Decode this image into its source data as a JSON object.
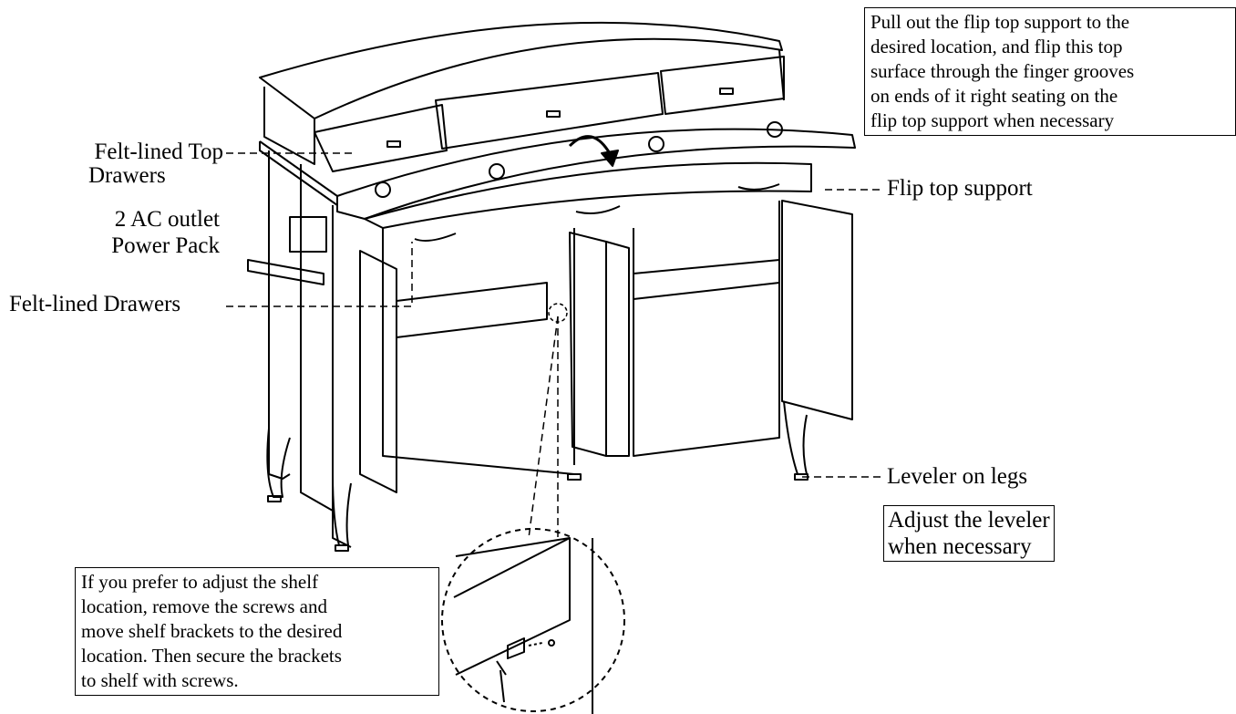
{
  "labels": {
    "felt_top_drawers": [
      "Felt-lined Top",
      "Drawers"
    ],
    "power_pack": [
      "2 AC outlet",
      "Power Pack"
    ],
    "felt_drawers": "Felt-lined Drawers",
    "flip_top_support": "Flip top support",
    "leveler": "Leveler on legs"
  },
  "notes": {
    "flip_top": [
      "Pull out the flip top support to the",
      "desired location, and flip this top",
      "surface through the finger grooves",
      "on ends of it right seating on the",
      "flip top support when necessary"
    ],
    "leveler": [
      "Adjust the leveler",
      "when necessary"
    ],
    "shelf": [
      "If you prefer to adjust the shelf",
      "location, remove the screws and",
      "move shelf brackets to the desired",
      "location. Then secure the brackets",
      "to shelf with screws."
    ]
  }
}
